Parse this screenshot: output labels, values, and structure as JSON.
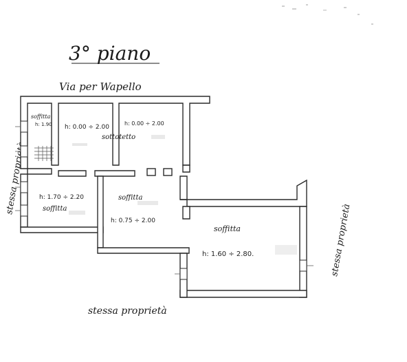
{
  "title": "3° piano",
  "street": "Via per Wapello",
  "labels": {
    "neighbor_left": "stessa proprietà",
    "neighbor_right": "stessa proprietà",
    "neighbor_bottom": "stessa proprietà"
  },
  "rooms": [
    {
      "id": "room-a",
      "name": "soffitta",
      "height": "h: 1.90"
    },
    {
      "id": "room-b",
      "name": "sottotetto",
      "height": "h: 0.00 ÷ 2.00"
    },
    {
      "id": "room-c",
      "name": "",
      "height": "h: 0.00 ÷ 2.00"
    },
    {
      "id": "room-d",
      "name": "soffitta",
      "height": "h: 1.70 ÷ 2.20"
    },
    {
      "id": "room-e",
      "name": "soffitta",
      "height": "h: 0.75 ÷ 2.00"
    },
    {
      "id": "room-f",
      "name": "soffitta",
      "height": "h: 1.60 ÷ 2.80."
    }
  ]
}
